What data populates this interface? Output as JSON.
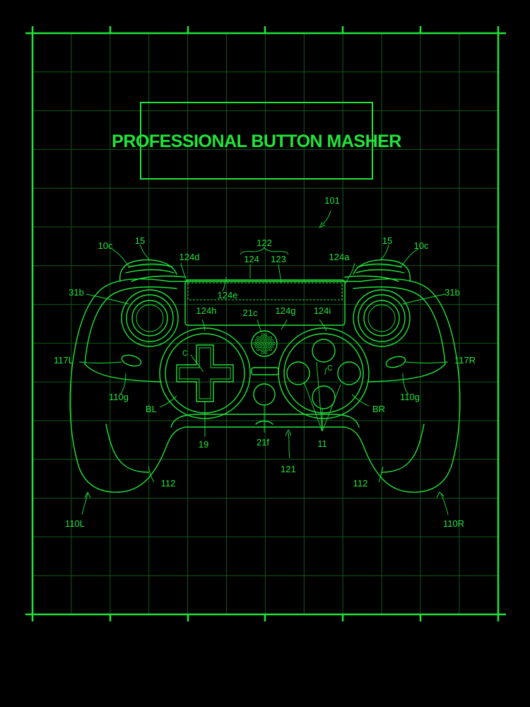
{
  "title": "PROFESSIONAL BUTTON MASHER",
  "colors": {
    "background": "#000000",
    "line": "#22e33a",
    "grid": "#0f5a1a"
  },
  "labels": {
    "l101": "101",
    "l10c_left": "10c",
    "l10c_right": "10c",
    "l15_left": "15",
    "l15_right": "15",
    "l122": "122",
    "l124": "124",
    "l123": "123",
    "l124d": "124d",
    "l124a": "124a",
    "l31b_left": "31b",
    "l31b_right": "31b",
    "l124e": "124e",
    "l124h": "124h",
    "l21c": "21c",
    "l124g": "124g",
    "l124i": "124i",
    "l117L": "117L",
    "l117R": "117R",
    "c_left": "C",
    "c_right": "C",
    "l110g_left": "110g",
    "l110g_right": "110g",
    "lBL": "BL",
    "lBR": "BR",
    "l19": "19",
    "l21f": "21f",
    "l11": "11",
    "l121": "121",
    "l112_left": "112",
    "l112_right": "112",
    "l110L": "110L",
    "l110R": "110R"
  }
}
